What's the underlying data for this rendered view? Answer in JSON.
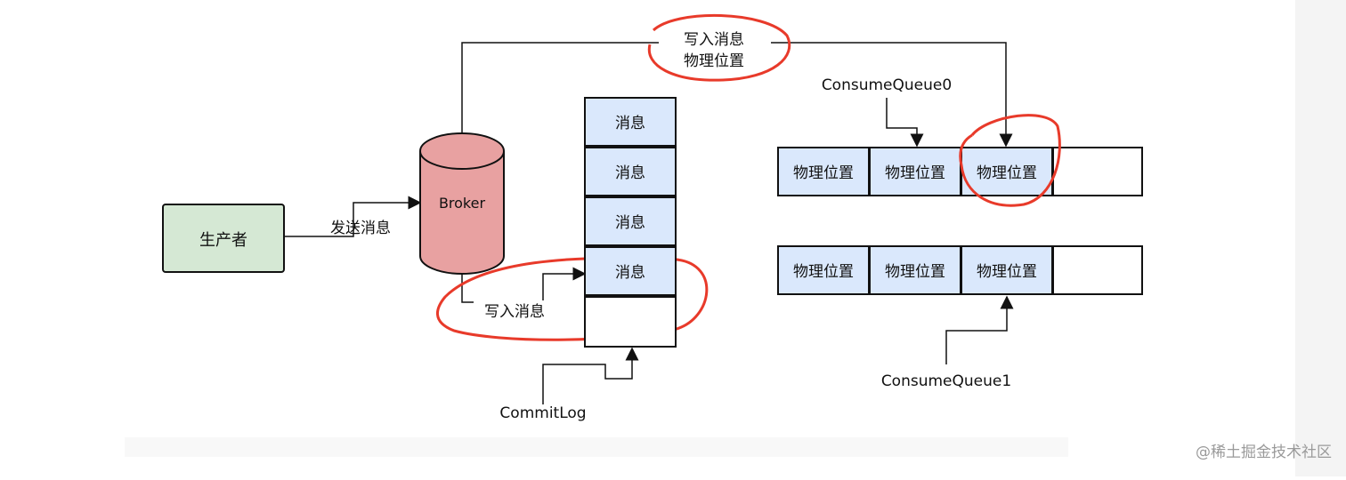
{
  "diagram": {
    "producer_label": "生产者",
    "broker_label": "Broker",
    "send_label": "发送消息",
    "write_label": "写入消息",
    "top_label_line1": "写入消息",
    "top_label_line2": "物理位置",
    "commitlog_label": "CommitLog",
    "message_cell_label": "消息",
    "position_cell_label": "物理位置",
    "cq0_label": "ConsumeQueue0",
    "cq1_label": "ConsumeQueue1"
  },
  "watermark": "@稀土掘金技术社区",
  "colors": {
    "producer_fill": "#d5e8d4",
    "broker_fill": "#e8a1a1",
    "cell_fill": "#dae8fc",
    "annotation_red": "#e83a2a",
    "line": "#111111"
  }
}
